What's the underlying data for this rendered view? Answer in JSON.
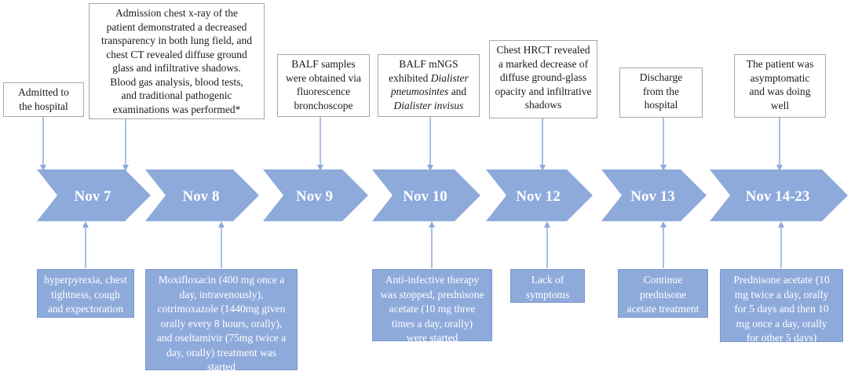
{
  "colors": {
    "chevron_fill": "#8eaadb",
    "chevron_text": "#ffffff",
    "connector": "#8eaadb",
    "top_box_border": "#a6a6a6",
    "bottom_box_fill": "#8eaadb"
  },
  "stages": [
    {
      "date": "Nov 7"
    },
    {
      "date": "Nov 8"
    },
    {
      "date": "Nov 9"
    },
    {
      "date": "Nov 10"
    },
    {
      "date": "Nov 12"
    },
    {
      "date": "Nov 13"
    },
    {
      "date": "Nov 14-23"
    }
  ],
  "events_above": [
    {
      "stage": "Nov 7",
      "lines": [
        "Admitted to",
        "the hospital"
      ]
    },
    {
      "stage": "Nov 8",
      "lines": [
        "Admission chest x-ray of the",
        "patient demonstrated a decreased",
        "transparency in both lung field, and",
        "chest CT revealed diffuse ground",
        "glass and infiltrative shadows.",
        "Blood gas analysis, blood tests,",
        "and traditional pathogenic",
        "examinations was performed*"
      ]
    },
    {
      "stage": "Nov 9",
      "lines": [
        "BALF samples",
        "were obtained via",
        "fluorescence",
        "bronchoscope"
      ]
    },
    {
      "stage": "Nov 10",
      "lines": [
        "BALF mNGS",
        "exhibited",
        "Dialister",
        "pneumosintes",
        "and",
        "Dialister invisus"
      ]
    },
    {
      "stage": "Nov 12",
      "lines": [
        "Chest HRCT revealed",
        "a marked decrease of",
        "diffuse ground-glass",
        "opacity and infiltrative",
        "shadows"
      ]
    },
    {
      "stage": "Nov 13",
      "lines": [
        "Discharge",
        "from the",
        "hospital"
      ]
    },
    {
      "stage": "Nov 14-23",
      "lines": [
        "The patient was",
        "asymptomatic",
        "and was doing",
        "well"
      ]
    }
  ],
  "events_below": [
    {
      "stage": "Nov 7",
      "lines": [
        "hyperpyrexia, chest",
        "tightness, cough",
        "and expectoration"
      ]
    },
    {
      "stage": "Nov 8",
      "lines": [
        "Moxifloxacin (400 mg once a",
        "day, intravenously),",
        "cotrimoxazole (1440mg given",
        "orally every 8 hours, orally),",
        "and oseltamivir (75mg twice a",
        "day, orally) treatment was",
        "started"
      ]
    },
    {
      "stage": "Nov 10",
      "lines": [
        "Anti-infective therapy",
        "was stopped, prednisone",
        "acetate (10 mg three",
        "times a day, orally)",
        "were started"
      ]
    },
    {
      "stage": "Nov 12",
      "lines": [
        "Lack of",
        "symptoms"
      ]
    },
    {
      "stage": "Nov 13",
      "lines": [
        "Continue",
        "prednisone",
        "acetate treatment"
      ]
    },
    {
      "stage": "Nov 14-23",
      "lines": [
        "Prednisone acetate (10",
        "mg twice a day, orally",
        "for 5 days and then 10",
        "mg once a day, orally",
        "for  other 5 days)"
      ]
    }
  ]
}
